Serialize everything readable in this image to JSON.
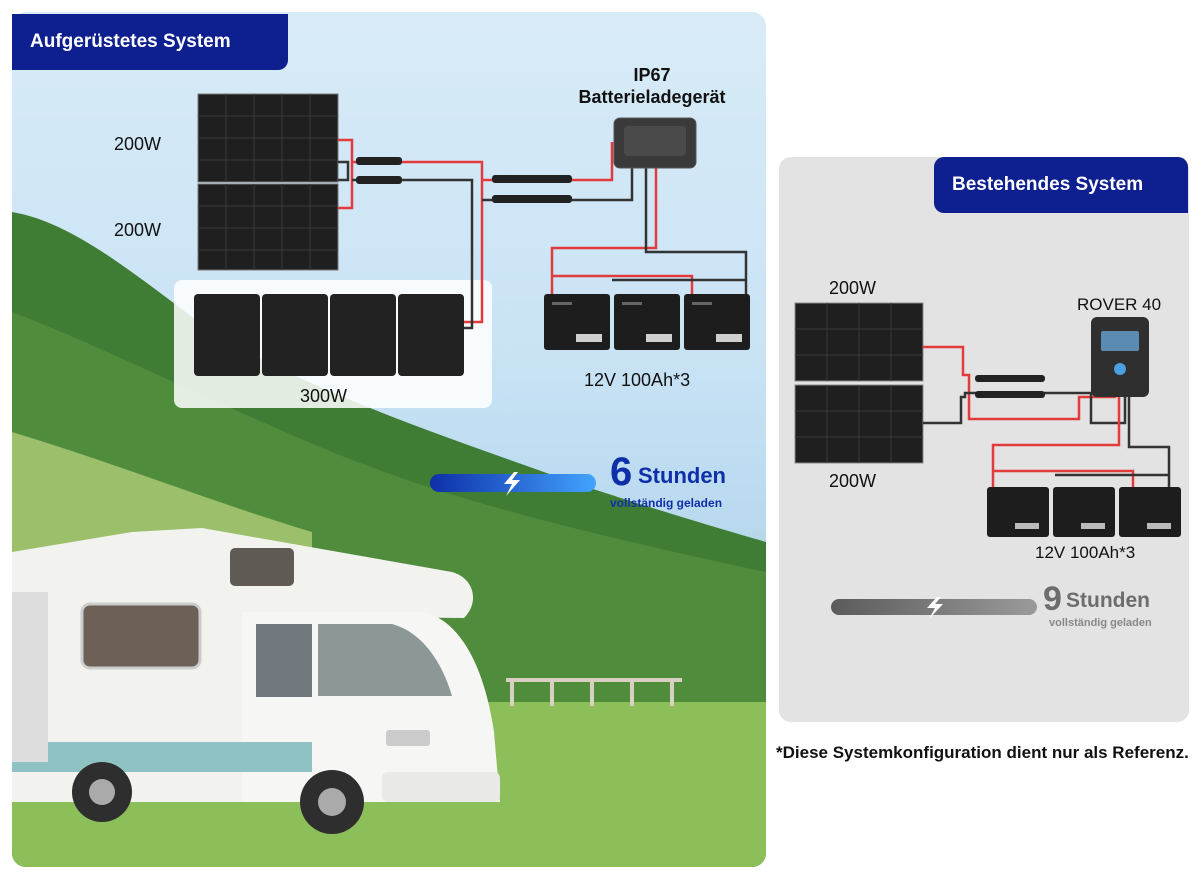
{
  "upgraded_system": {
    "badge": "Aufgerüstetes System",
    "panel_top_label": "200W",
    "panel_bottom_label": "200W",
    "portable_panel_label": "300W",
    "charger_label_line1": "IP67",
    "charger_label_line2": "Batterieladegerät",
    "battery_label": "12V 100Ah*3",
    "charge_time_number": "6",
    "charge_time_unit": "Stunden",
    "charge_time_caption": "vollständig geladen"
  },
  "existing_system": {
    "badge": "Bestehendes System",
    "panel_top_label": "200W",
    "panel_bottom_label": "200W",
    "controller_label": "ROVER 40",
    "battery_label": "12V 100Ah*3",
    "charge_time_number": "9",
    "charge_time_unit": "Stunden",
    "charge_time_caption": "vollständig geladen"
  },
  "footnote": "*Diese Systemkonfiguration dient nur als Referenz.",
  "colors": {
    "badge_blue": "#0e1f8f",
    "cable_red": "#e23b3b",
    "cable_dark": "#333333",
    "progress_blue": "#1e6fd9",
    "progress_grey": "#6d6d6d"
  }
}
